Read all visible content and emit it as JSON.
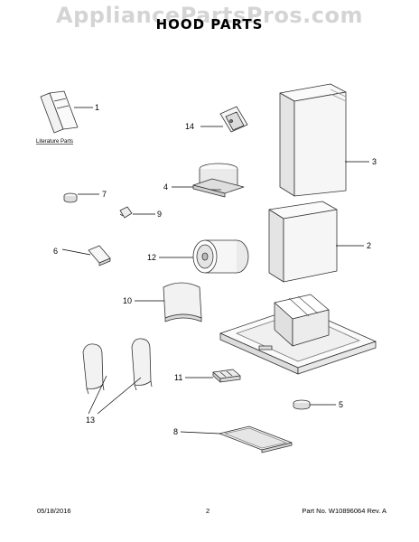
{
  "watermark": "AppliancePartsPros.com",
  "title": "HOOD PARTS",
  "literature_caption": "Literature Parts",
  "callouts": [
    "1",
    "2",
    "3",
    "4",
    "5",
    "6",
    "7",
    "8",
    "9",
    "10",
    "11",
    "12",
    "13",
    "14"
  ],
  "footer": {
    "date": "05/18/2016",
    "page": "2",
    "part_number": "Part No. W10896064  Rev. A"
  }
}
